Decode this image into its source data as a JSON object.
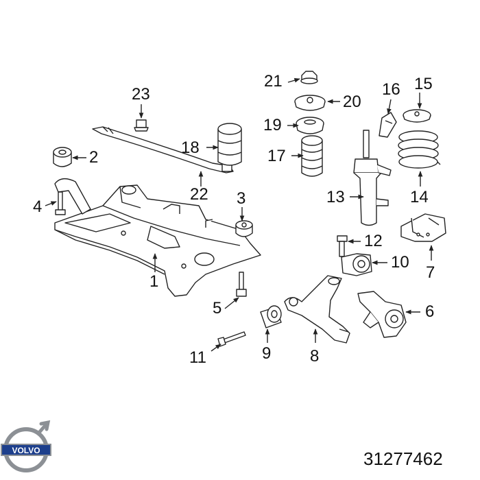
{
  "callouts": {
    "c1": "1",
    "c2": "2",
    "c3": "3",
    "c4": "4",
    "c5": "5",
    "c6": "6",
    "c7": "7",
    "c8": "8",
    "c9": "9",
    "c10": "10",
    "c11": "11",
    "c12": "12",
    "c13": "13",
    "c14": "14",
    "c15": "15",
    "c16": "16",
    "c17": "17",
    "c18": "18",
    "c19": "19",
    "c20": "20",
    "c21": "21",
    "c22": "22",
    "c23": "23"
  },
  "part_number": "31277462",
  "brand": {
    "name": "VOLVO",
    "color": "#1d3f8c",
    "metal": "#8c9095"
  },
  "colors": {
    "line": "#222222",
    "fill": "#ffffff"
  }
}
